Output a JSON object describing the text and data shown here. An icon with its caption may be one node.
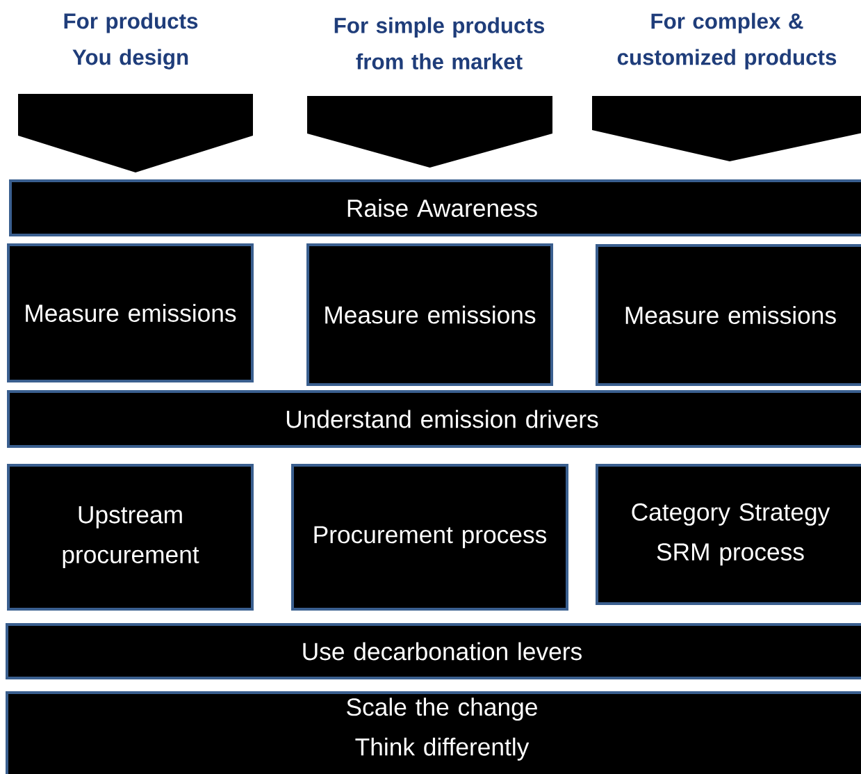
{
  "diagram": {
    "nodes": [
      {
        "text": [
          "For products You design"
        ]
      },
      {
        "text": [
          "For simple products from the market"
        ]
      },
      {
        "text": [
          "For complex & customized products"
        ]
      },
      {
        "text": [
          "Raise Awareness"
        ]
      },
      {
        "text": [
          "Measure emissions"
        ]
      },
      {
        "text": [
          "Measure emissions"
        ]
      },
      {
        "text": [
          "Measure emissions"
        ]
      },
      {
        "text": [
          "Understand emission drivers"
        ]
      },
      {
        "text": [
          "Upstream procurement"
        ]
      },
      {
        "text": [
          "Procurement process"
        ]
      },
      {
        "text": [
          "Category Strategy SRM process"
        ]
      },
      {
        "text": [
          "Use decarbonation levers"
        ]
      },
      {
        "text": [
          "Scale the change",
          "Think differently"
        ]
      }
    ]
  }
}
